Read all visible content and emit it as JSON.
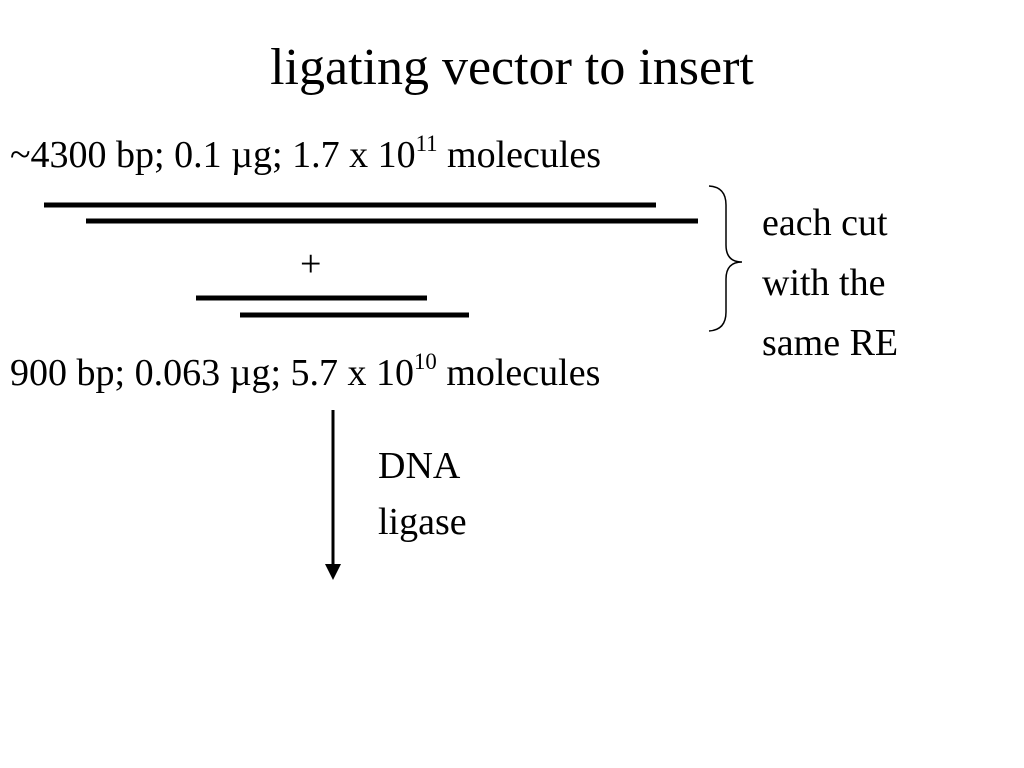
{
  "title": "ligating vector to insert",
  "vector": {
    "size": "~4300 bp;",
    "mass": "0.1 µg;",
    "count_base": "1.7 x 10",
    "count_exp": "11",
    "unit": "molecules"
  },
  "insert": {
    "size": "900 bp;",
    "mass": "0.063 µg;",
    "count_base": "5.7 x 10",
    "count_exp": "10",
    "unit": "molecules"
  },
  "plus_sign": "+",
  "note_lines": [
    "each cut",
    "with the",
    "same RE"
  ],
  "arrow_label_lines": [
    "DNA",
    "ligase"
  ],
  "colors": {
    "ink": "#000000",
    "background": "#ffffff"
  }
}
